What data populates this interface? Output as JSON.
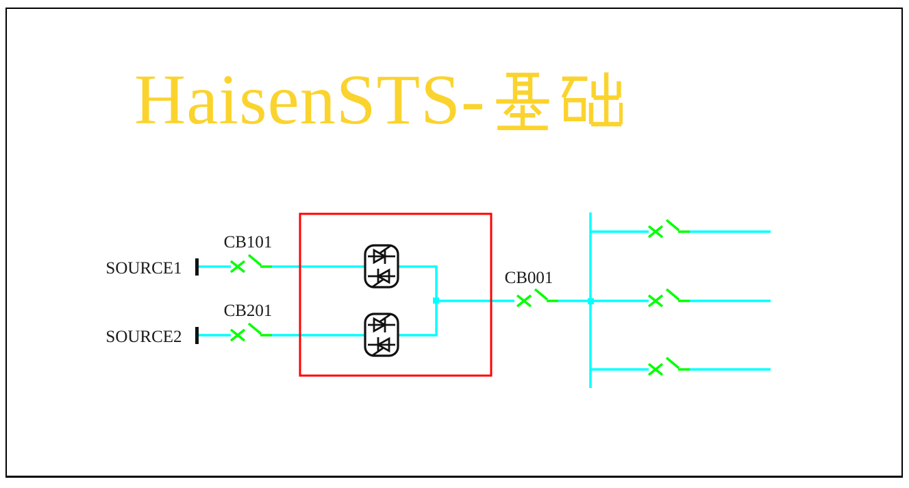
{
  "title": {
    "text": "HaisenSTS-基础",
    "latin": "HaisenSTS-",
    "cjk": "基础"
  },
  "colors": {
    "wire_cyan": "#00ffff",
    "breaker_green": "#00ff00",
    "sts_highlight_red": "#ff0000",
    "title_yellow": "#fbd32e",
    "label_black": "#1a1a1a",
    "background": "#ffffff"
  },
  "schematic": {
    "sources": [
      {
        "label": "SOURCE1",
        "breaker": "CB101"
      },
      {
        "label": "SOURCE2",
        "breaker": "CB201"
      }
    ],
    "output_breaker_label": "CB001",
    "scr_module_count": 2,
    "load_branch_count": 3
  }
}
